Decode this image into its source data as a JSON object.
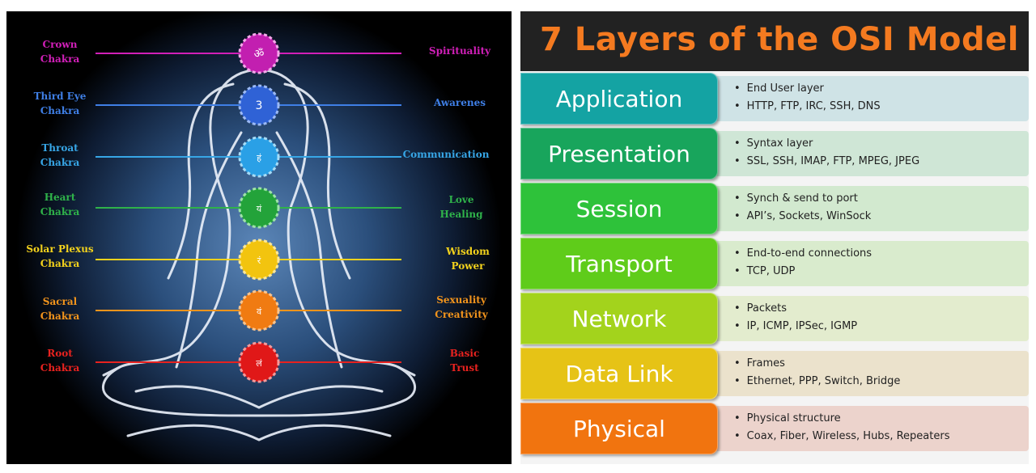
{
  "chakra": {
    "left_labels": [
      {
        "line1": "Crown",
        "line2": "Chakra",
        "color": "#d11fb8"
      },
      {
        "line1": "Third Eye",
        "line2": "Chakra",
        "color": "#3f7fe6"
      },
      {
        "line1": "Throat",
        "line2": "Chakra",
        "color": "#37a6e6"
      },
      {
        "line1": "Heart",
        "line2": "Chakra",
        "color": "#2fb24a"
      },
      {
        "line1": "Solar Plexus",
        "line2": "Chakra",
        "color": "#f3d21c"
      },
      {
        "line1": "Sacral",
        "line2": "Chakra",
        "color": "#f2941c"
      },
      {
        "line1": "Root",
        "line2": "Chakra",
        "color": "#e8221f"
      }
    ],
    "right_labels": [
      {
        "line1": "Spirituality",
        "line2": "",
        "color": "#d11fb8"
      },
      {
        "line1": "Awarenes",
        "line2": "",
        "color": "#3f7fe6"
      },
      {
        "line1": "Communication",
        "line2": "",
        "color": "#37a6e6"
      },
      {
        "line1": "Love",
        "line2": "Healing",
        "color": "#2fb24a"
      },
      {
        "line1": "Wisdom",
        "line2": "Power",
        "color": "#f3d21c"
      },
      {
        "line1": "Sexuality",
        "line2": "Creativity",
        "color": "#f2941c"
      },
      {
        "line1": "Basic",
        "line2": "Trust",
        "color": "#e8221f"
      }
    ],
    "symbols": [
      "ॐ",
      "3",
      "हं",
      "यं",
      "रं",
      "वं",
      "लं"
    ]
  },
  "osi": {
    "title": "7 Layers of the OSI Model",
    "title_color": "#f47a20",
    "layers": [
      {
        "name": "Application",
        "color": "#14a3a3",
        "desc_color": "#cfe3e6",
        "bullets": [
          "End User layer",
          "HTTP, FTP, IRC, SSH, DNS"
        ]
      },
      {
        "name": "Presentation",
        "color": "#18a55c",
        "desc_color": "#cfe6d6",
        "bullets": [
          "Syntax layer",
          "SSL, SSH, IMAP, FTP, MPEG, JPEG"
        ]
      },
      {
        "name": "Session",
        "color": "#2ec23a",
        "desc_color": "#d2e9cf",
        "bullets": [
          "Synch & send to port",
          "API’s, Sockets, WinSock"
        ]
      },
      {
        "name": "Transport",
        "color": "#5fcc1a",
        "desc_color": "#d9ebcd",
        "bullets": [
          "End-to-end connections",
          "TCP, UDP"
        ]
      },
      {
        "name": "Network",
        "color": "#a3d31c",
        "desc_color": "#e3ecce",
        "bullets": [
          "Packets",
          "IP, ICMP, IPSec, IGMP"
        ]
      },
      {
        "name": "Data Link",
        "color": "#e6c316",
        "desc_color": "#ebe2cc",
        "bullets": [
          "Frames",
          "Ethernet, PPP, Switch, Bridge"
        ]
      },
      {
        "name": "Physical",
        "color": "#f1740f",
        "desc_color": "#ecd3cc",
        "bullets": [
          "Physical structure",
          "Coax, Fiber, Wireless, Hubs, Repeaters"
        ]
      }
    ]
  }
}
